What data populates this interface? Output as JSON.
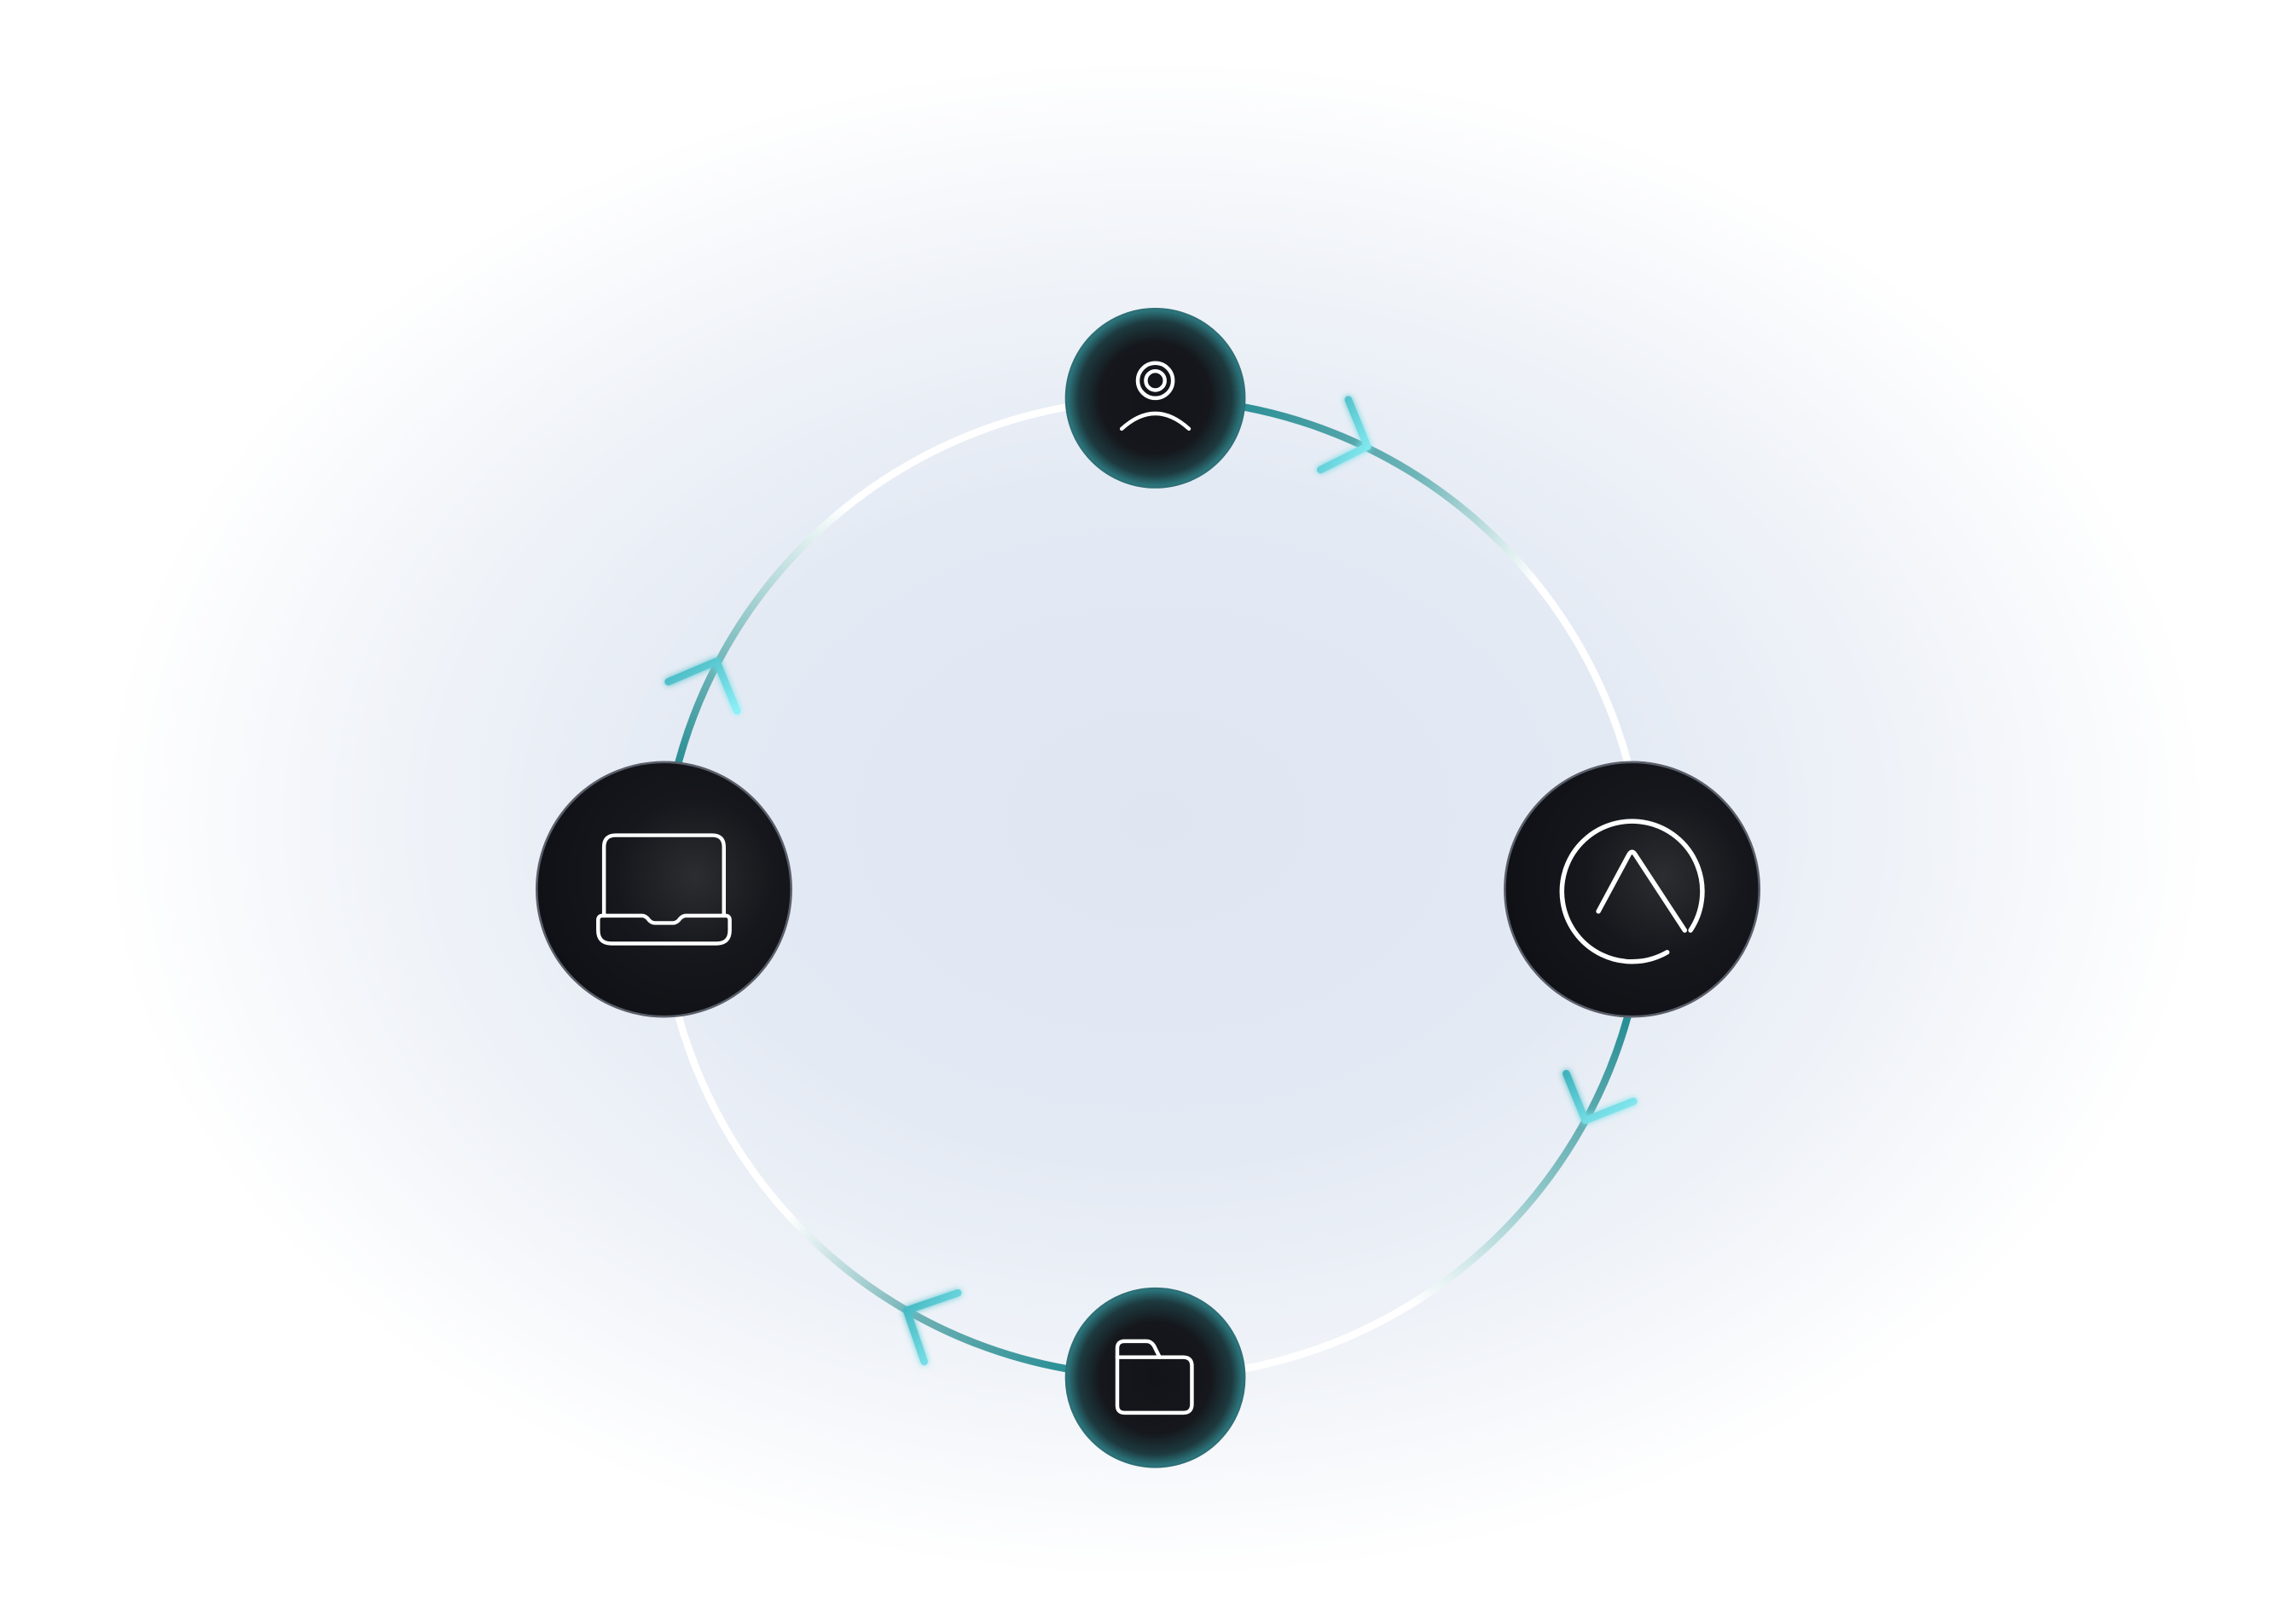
{
  "diagram": {
    "type": "cycle",
    "flow_direction": "clockwise",
    "nodes": [
      {
        "id": "user",
        "icon": "user-icon",
        "position": "top"
      },
      {
        "id": "ai",
        "icon": "ai-logo-icon",
        "position": "right"
      },
      {
        "id": "folder",
        "icon": "folder-icon",
        "position": "bottom"
      },
      {
        "id": "laptop",
        "icon": "laptop-icon",
        "position": "left"
      }
    ],
    "edges": [
      {
        "from": "user",
        "to": "ai"
      },
      {
        "from": "ai",
        "to": "folder"
      },
      {
        "from": "folder",
        "to": "laptop"
      },
      {
        "from": "laptop",
        "to": "user"
      }
    ]
  },
  "colors": {
    "background_glow": "#dfe6f2",
    "node_fill": "#131419",
    "node_rim_small": "#2d7d84",
    "node_stroke": "#5a5f6a",
    "icon_stroke": "#ffffff",
    "ring_light": "#ffffff",
    "ring_accent": "#2a8f95",
    "arrow_head": "#7fe8f2"
  }
}
